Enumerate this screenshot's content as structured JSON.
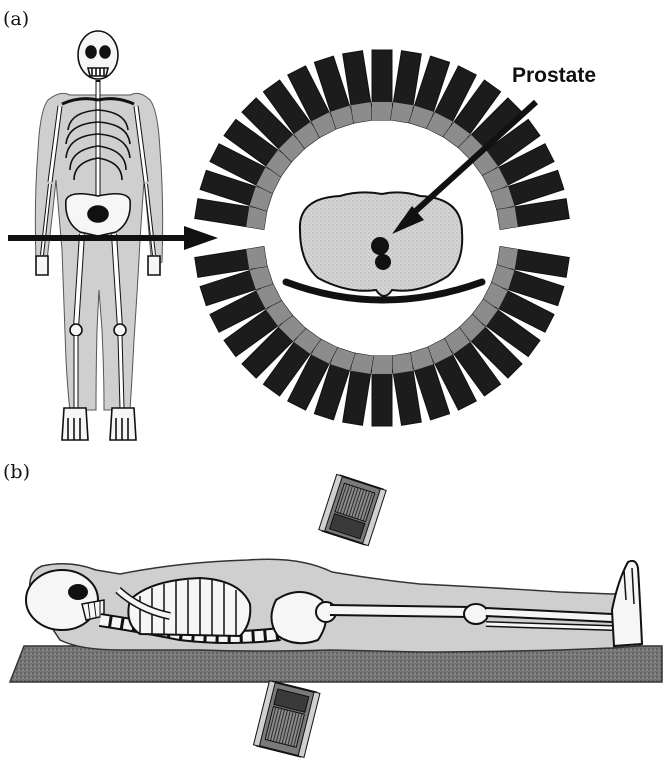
{
  "panel_a": {
    "label": "(a)",
    "callout": "Prostate"
  },
  "panel_b": {
    "label": "(b)"
  },
  "colors": {
    "ink": "#111111",
    "detector": "#1c1c1c",
    "tissue": "#d4d4d4",
    "bone": "#f6f6f6",
    "table": "#6a6a6a"
  },
  "icons": {
    "standing_figure": "skeleton-front-view",
    "reclining_figure": "skeleton-side-view",
    "detector_ring": "pet-detector-ring",
    "cross_section": "pelvis-cross-section",
    "gamma_cameras": "collimated-detector-heads"
  }
}
